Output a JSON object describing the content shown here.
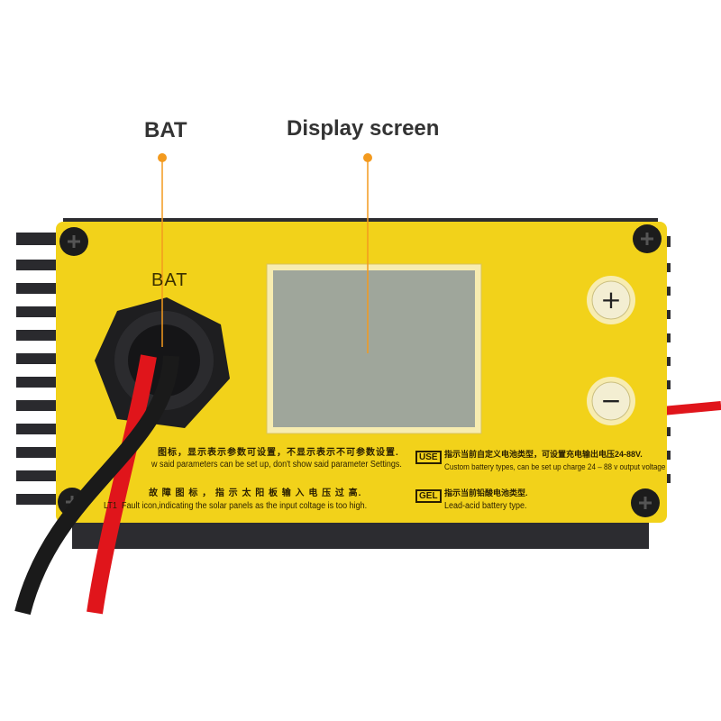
{
  "callouts": {
    "bat": "BAT",
    "display": "Display screen"
  },
  "panel": {
    "bat_label": "BAT",
    "plus_button": "+",
    "minus_button": "−",
    "legend": [
      {
        "icon": "",
        "cn": "图标，显示表示参数可设置，不显示表示不可参数设置.",
        "en": "w said parameters can be set up, don't show said parameter Settings."
      },
      {
        "icon": "LT1",
        "cn": "故 障 图 标 ， 指 示 太 阳 板 输 入 电 压 过 高.",
        "en": "Fault icon,indicating the solar panels as the input coltage is too high."
      },
      {
        "icon": "USE",
        "cn": "指示当前自定义电池类型，可设置充电输出电压24-88V.",
        "en": "Custom battery types, can be set up charge 24 – 88 v output voltage"
      },
      {
        "icon": "GEL",
        "cn": "指示当前铅酸电池类型.",
        "en": "Lead-acid battery type."
      }
    ]
  },
  "colors": {
    "panel": "#f2d21a",
    "callout_line": "#f39a1e",
    "lcd": "#9fa69b",
    "cable_red": "#e0151b",
    "cable_black": "#1a1a1a"
  }
}
